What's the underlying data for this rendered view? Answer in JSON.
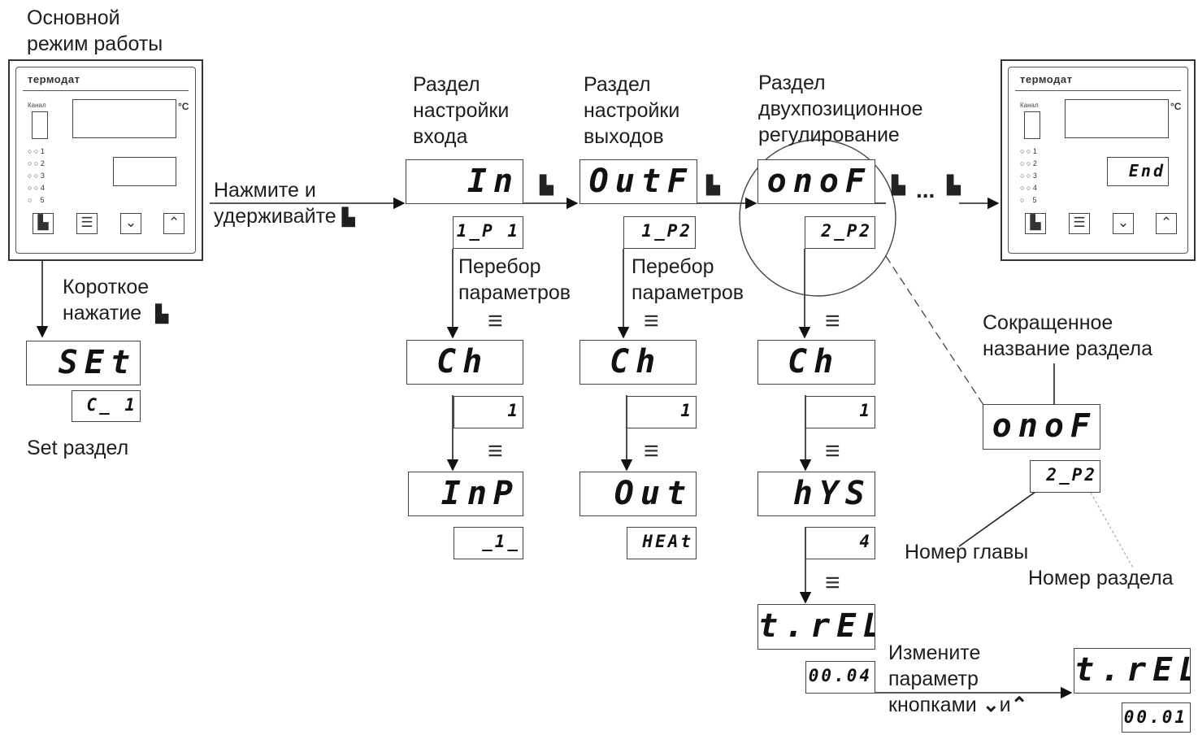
{
  "labels": {
    "main_mode": [
      "Основной",
      "режим работы"
    ],
    "press_hold": [
      "Нажмите и",
      "удерживайте"
    ],
    "short_press": [
      "Короткое",
      "нажатие"
    ],
    "set_section": "Set раздел",
    "input_section": [
      "Раздел",
      "настройки",
      "входа"
    ],
    "output_section": [
      "Раздел",
      "настройки",
      "выходов"
    ],
    "onof_section": [
      "Раздел",
      "двухпозиционное",
      "регулирование"
    ],
    "param_iter_1": [
      "Перебор",
      "параметров"
    ],
    "param_iter_2": [
      "Перебор",
      "параметров"
    ],
    "short_name": [
      "Сокращенное",
      "название раздела"
    ],
    "chapter_no": "Номер главы",
    "section_no": "Номер раздела",
    "change_param": [
      "Измените",
      "параметр",
      "кнопками"
    ],
    "and": "и",
    "ellipsis": "..."
  },
  "device_left": {
    "brand": "термодат",
    "channel": "Канал",
    "unit": "°C",
    "led_numbers": [
      "1",
      "2",
      "3",
      "4",
      "5"
    ]
  },
  "device_right": {
    "brand": "термодат",
    "channel": "Канал",
    "unit": "°C",
    "display": "End"
  },
  "displays": {
    "set": "SEt",
    "set_sub": "C_ 1",
    "in": "In",
    "in_sub": "1_P 1",
    "outf": "OutF",
    "outf_sub": "1_P2",
    "onof": "onoF",
    "onof_sub": "2_P2",
    "ch1": "Ch",
    "ch1_val": "1",
    "inp": "InP",
    "inp_val": "_1_",
    "ch2": "Ch",
    "ch2_val": "1",
    "out": "Out",
    "out_val": "HEAt",
    "ch3": "Ch",
    "ch3_val": "1",
    "hys": "hYS",
    "hys_val": "4",
    "trel": "t.rEL",
    "trel_val": "00.04",
    "onof_legend": "onoF",
    "onof_legend_sub": "2_P2",
    "trel_result": "t.rEL",
    "trel_result_val": "00.01"
  },
  "icons": {
    "file": "file-icon",
    "menu": "menu-icon",
    "down": "chevron-down-icon",
    "up": "chevron-up-icon"
  }
}
